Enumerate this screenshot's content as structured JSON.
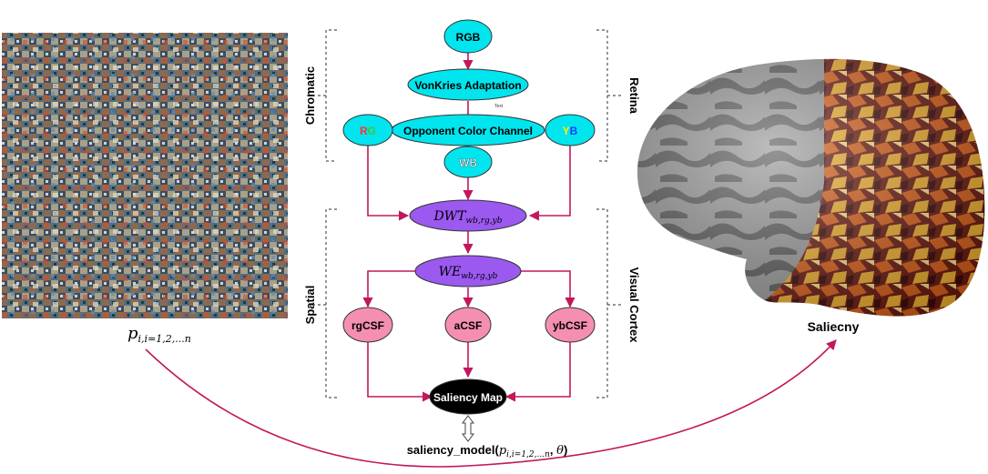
{
  "nodes": {
    "rgb": "RGB",
    "vonkries": "VonKries Adaptation",
    "opponent": "Opponent Color Channel",
    "rg": "RG",
    "yb": "YB",
    "wb": "WB",
    "dwt": "DWT",
    "dwt_sub": "wb,rg,yb",
    "we": "WE",
    "we_sub": "wb,rg,yb",
    "rgcsf": "rgCSF",
    "acsf": "aCSF",
    "ybcsf": "ybCSF",
    "saliency_map": "Saliency Map",
    "tiny_note": "Text"
  },
  "groups": {
    "chromatic": "Chromatic",
    "retina": "Retina",
    "spatial": "Spatial",
    "visual_cortex": "Visual Cortex"
  },
  "labels": {
    "patch_var": "p",
    "patch_sub": "i,i=1,2,...n",
    "model_prefix": "saliency_model(",
    "model_var": "p",
    "model_sub": "i,i=1,2,...n",
    "model_suffix_comma": ", ",
    "model_theta": "θ",
    "model_close": ")",
    "saliency_caption": "Saliecny"
  },
  "colors": {
    "arrow": "#c2185b",
    "retina_node": "#00e5ee",
    "cortex_node": "#9b59f0",
    "csf_node": "#f48fb1",
    "output_node": "#000000",
    "rg_r": "#ff3333",
    "rg_g": "#33cc33",
    "yb_y": "#ffee00",
    "yb_b": "#1a3cff"
  }
}
